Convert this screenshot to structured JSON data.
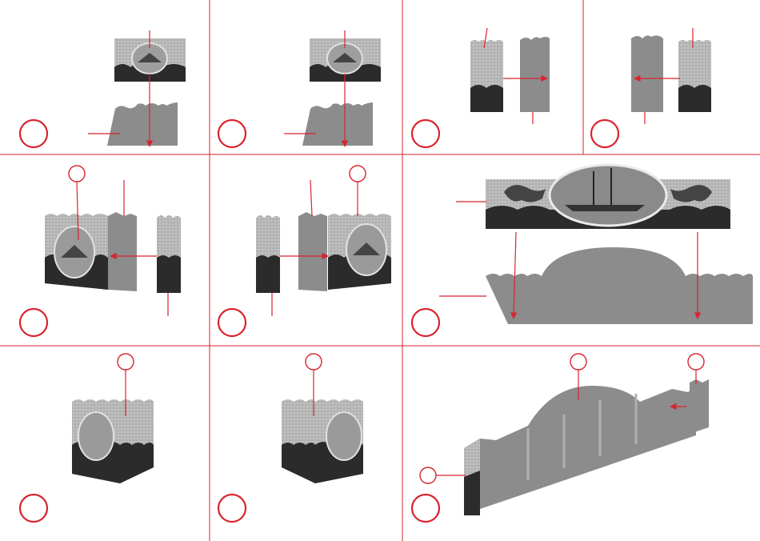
{
  "document": {
    "type": "assembly-instruction-sheet",
    "steps": [
      {
        "id": 1,
        "label": ""
      },
      {
        "id": 2,
        "label": ""
      },
      {
        "id": 3,
        "label": ""
      },
      {
        "id": 4,
        "label": ""
      },
      {
        "id": 5,
        "label": ""
      },
      {
        "id": 6,
        "label": ""
      },
      {
        "id": 7,
        "label": ""
      },
      {
        "id": 8,
        "label": ""
      },
      {
        "id": 9,
        "label": ""
      },
      {
        "id": 10,
        "label": ""
      }
    ]
  },
  "colors": {
    "accent_red": "#d9232e",
    "part_gray": "#8c8c8c",
    "print_dark": "#2b2b2b"
  }
}
